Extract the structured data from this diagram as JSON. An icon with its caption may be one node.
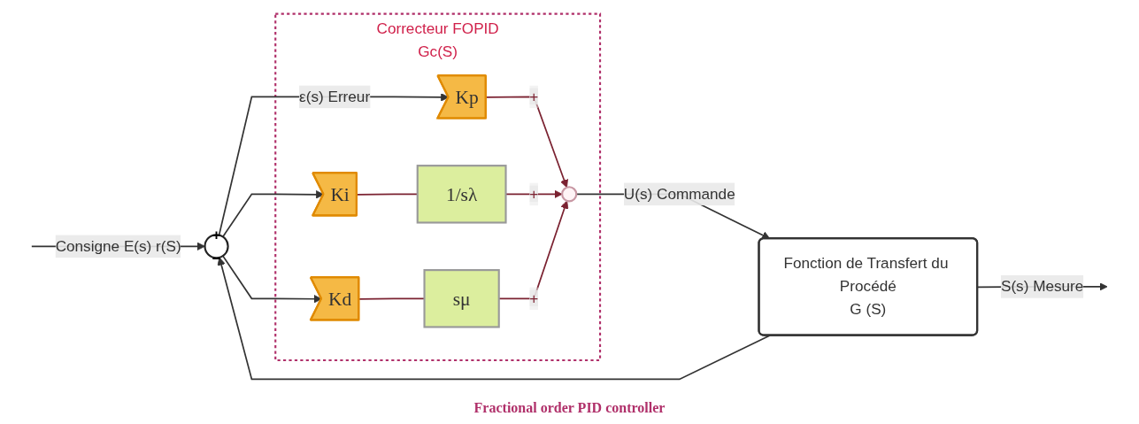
{
  "diagram": {
    "nodes": [
      {
        "text": [
          "Correcteur FOPID",
          "Gc(S)"
        ]
      },
      {
        "text": [
          "+",
          "–"
        ]
      },
      {
        "text": [
          "Kp"
        ],
        "in": 0
      },
      {
        "text": [
          "Ki"
        ],
        "in": 0
      },
      {
        "text": [
          "Kd"
        ],
        "in": 0
      },
      {
        "text": [
          "1/sλ"
        ],
        "in": 0
      },
      {
        "text": [
          "sμ"
        ],
        "in": 0
      },
      {
        "text": [],
        "shape": "circle",
        "in": 0
      },
      {
        "text": [
          "Fonction de Transfert du Procédé",
          "G (S)"
        ]
      }
    ],
    "edges": [
      {
        "from": null,
        "to": 1,
        "arrow": "to",
        "label": "Consigne E(s) r(S)"
      },
      {
        "from": 1,
        "to": 2,
        "arrow": "to",
        "label": "ε(s) Erreur"
      },
      {
        "from": 1,
        "to": 3,
        "arrow": "to"
      },
      {
        "from": 1,
        "to": 4,
        "arrow": "to"
      },
      {
        "from": 2,
        "to": 7,
        "arrow": "to",
        "label": "+",
        "color": "#7b2231"
      },
      {
        "from": 3,
        "to": 5,
        "arrow": "none",
        "color": "#7b2231"
      },
      {
        "from": 4,
        "to": 6,
        "arrow": "none",
        "color": "#7b2231"
      },
      {
        "from": 5,
        "to": 7,
        "arrow": "to",
        "label": "+",
        "color": "#7b2231"
      },
      {
        "from": 6,
        "to": 7,
        "arrow": "to",
        "label": "+",
        "color": "#7b2231"
      },
      {
        "from": 7,
        "to": 8,
        "arrow": "to",
        "label": "U(s) Commande"
      },
      {
        "from": 8,
        "to": null,
        "arrow": "to",
        "label": "S(s) Mesure"
      },
      {
        "from": 8,
        "to": 1,
        "arrow": "to"
      }
    ],
    "labels": [
      "Fractional order PID controller"
    ]
  }
}
